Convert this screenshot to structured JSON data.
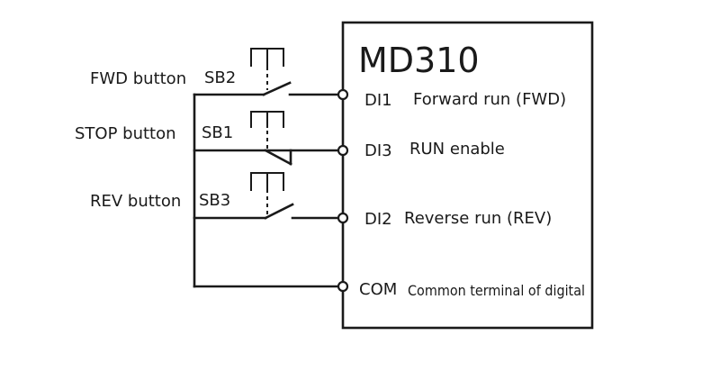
{
  "device": {
    "model": "MD310"
  },
  "buttons": [
    {
      "label": "FWD button",
      "switch_id": "SB2",
      "type": "normally-open"
    },
    {
      "label": "STOP button",
      "switch_id": "SB1",
      "type": "normally-closed"
    },
    {
      "label": "REV button",
      "switch_id": "SB3",
      "type": "normally-open"
    }
  ],
  "terminals": [
    {
      "name": "DI1",
      "description": "Forward run (FWD)"
    },
    {
      "name": "DI3",
      "description": "RUN enable"
    },
    {
      "name": "DI2",
      "description": "Reverse run (REV)"
    },
    {
      "name": "COM",
      "description": "Common terminal of digital"
    }
  ]
}
